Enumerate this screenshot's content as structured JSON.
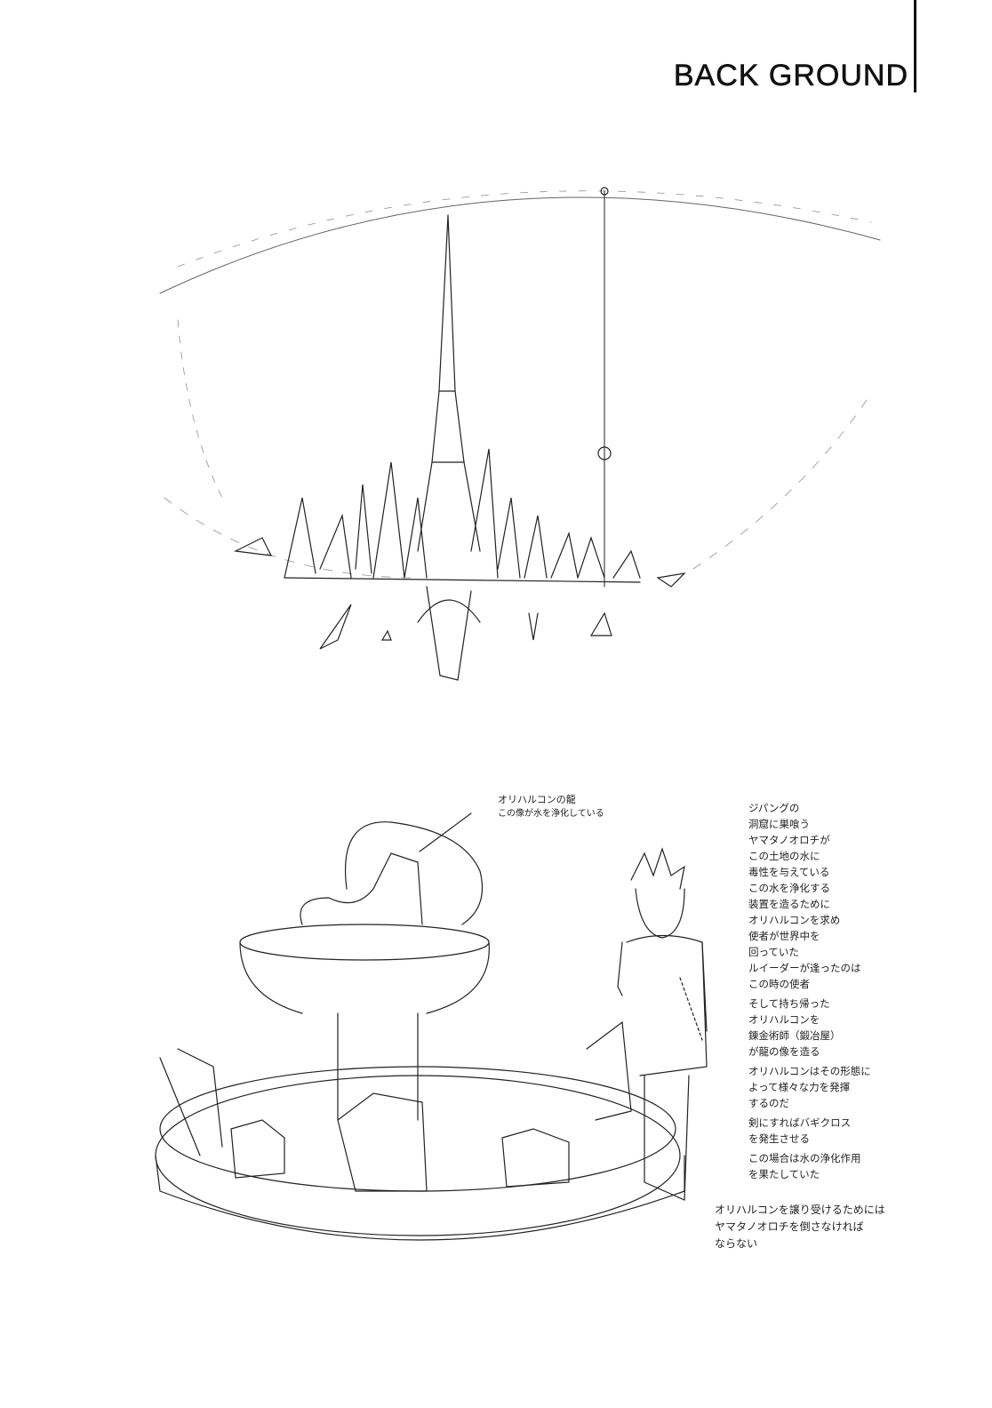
{
  "header": {
    "title": "BACK GROUND"
  },
  "callout": {
    "line1": "オリハルコンの龍",
    "line2": "この像が水を浄化している"
  },
  "notes": [
    "ジパングの",
    "洞窟に巣喰う",
    "ヤマタノオロチが",
    "この土地の水に",
    "毒性を与えている",
    "この水を浄化する",
    "装置を造るために",
    "オリハルコンを求め",
    "使者が世界中を",
    "回っていた",
    "ルイーダーが逢ったのは",
    "この時の使者",
    "そして持ち帰った",
    "オリハルコンを",
    "錬金術師（鍛冶屋）",
    "が龍の像を造る",
    "オリハルコンはその形態に",
    "よって様々な力を発揮",
    "するのだ",
    "剣にすればバギクロス",
    "を発生させる",
    "この場合は水の浄化作用",
    "を果たしていた"
  ],
  "bottom_note": [
    "オリハルコンを譲り受けるためには",
    "ヤマタノオロチを倒さなければ",
    "ならない"
  ],
  "illustrations": {
    "top": "crystal-castle-sketch",
    "bottom": "dragon-fountain-and-boy-sketch"
  }
}
